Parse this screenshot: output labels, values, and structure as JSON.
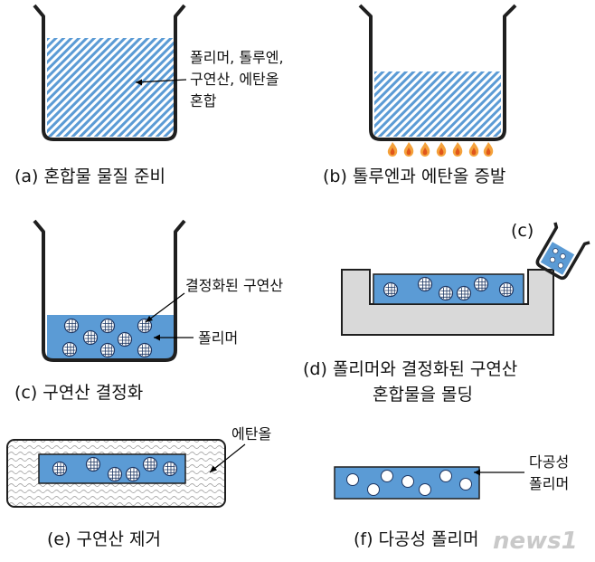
{
  "panels": {
    "a": {
      "caption": "(a) 혼합물 물질 준비",
      "label_lines": [
        "폴리머, 톨루엔,",
        "구연산, 에탄올",
        "혼합"
      ]
    },
    "b": {
      "caption": "(b) 톨루엔과 에탄올 증발"
    },
    "c": {
      "caption": "(c) 구연산 결정화",
      "label_crystal": "결정화된 구연산",
      "label_polymer": "폴리머"
    },
    "d": {
      "marker": "(c)",
      "caption_lines": [
        "(d) 폴리머와 결정화된 구연산",
        "혼합물을 몰딩"
      ]
    },
    "e": {
      "caption": "(e) 구연산 제거",
      "label_ethanol": "에탄올"
    },
    "f": {
      "caption": "(f) 다공성 폴리머",
      "label_lines": [
        "다공성",
        "폴리머"
      ]
    }
  },
  "watermark": "news1",
  "colors": {
    "blue_fill": "#5b9bd5",
    "outline": "#1f1f1f",
    "flame_outer": "#f4a23c",
    "flame_inner": "#e0561b",
    "mold_gray": "#d9d9d9",
    "wave_line": "#a8a8a8"
  },
  "icons": [
    "beaker-icon",
    "flame-icon",
    "grid-crystal-icon",
    "pore-circle-icon"
  ]
}
